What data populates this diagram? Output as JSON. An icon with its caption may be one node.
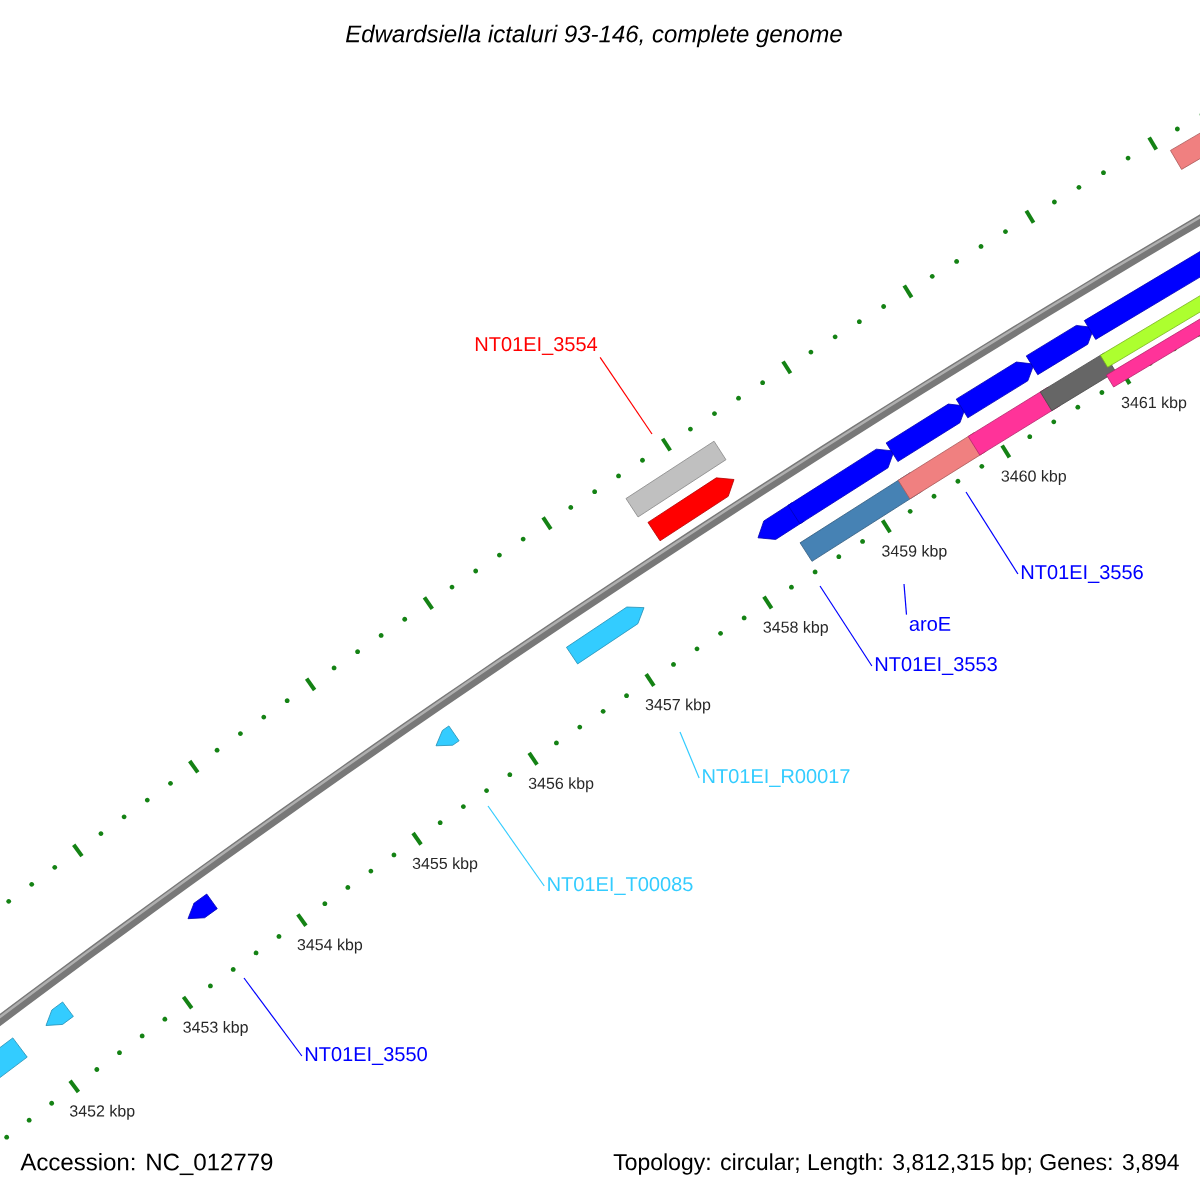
{
  "diagram": {
    "title": "Edwardsiella ictaluri 93-146, complete genome",
    "nodes": [
      {
        "text": [
          "NT01EI_3554"
        ]
      },
      {
        "text": [
          "NT01EI_3556"
        ]
      },
      {
        "text": [
          "aroE"
        ]
      },
      {
        "text": [
          "NT01EI_3553"
        ]
      },
      {
        "text": [
          "NT01EI_R00017"
        ]
      },
      {
        "text": [
          "NT01EI_T00085"
        ]
      },
      {
        "text": [
          "NT01EI_3550"
        ]
      }
    ],
    "edges": [
      {
        "from": 0,
        "to": null,
        "arrow": "none",
        "color": "#ff0000"
      },
      {
        "from": 1,
        "to": null,
        "arrow": "none"
      },
      {
        "from": 2,
        "to": null,
        "arrow": "none"
      },
      {
        "from": 3,
        "to": null,
        "arrow": "none"
      },
      {
        "from": 4,
        "to": null,
        "arrow": "none",
        "color": "#33ccff"
      },
      {
        "from": 5,
        "to": null,
        "arrow": "none",
        "color": "#33ccff"
      },
      {
        "from": 6,
        "to": null,
        "arrow": "none"
      }
    ],
    "labels": [
      "3461 kbp",
      "3460 kbp",
      "3459 kbp",
      "3458 kbp",
      "3457 kbp",
      "3456 kbp",
      "3455 kbp",
      "3454 kbp",
      "3453 kbp",
      "3452 kbp",
      "Accession: NC_012779",
      "Topology: circular; Length: 3,812,315 bp; Genes: 3,894"
    ]
  }
}
